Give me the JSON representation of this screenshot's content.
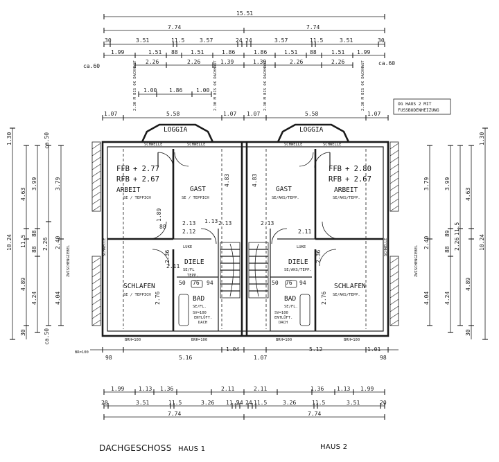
{
  "dimensions": {
    "overall": "15.51",
    "half_left": "7.74",
    "half_right": "7.74",
    "top_row_left": [
      "30",
      "3.51",
      "11.5",
      "3.57",
      "24",
      "24",
      "3.57",
      "11.5",
      "3.51",
      "30"
    ],
    "top_row_2_left": [
      "1.99",
      "1.51",
      "88",
      "1.51",
      "1.86",
      "1.86",
      "1.51",
      "88",
      "1.51",
      "1.99"
    ],
    "top_row_3": [
      "2.26",
      "2.26",
      "1.39",
      "1.39",
      "2.26",
      "2.26"
    ],
    "side_marker": "ca.60",
    "upper_left": [
      "1.00",
      "1.86",
      "1.00"
    ],
    "mid_row": [
      "1.07",
      "5.58",
      "1.07",
      "1.07",
      "5.58",
      "1.07"
    ],
    "left_vert": [
      "1.30",
      "ca.50",
      "4.63",
      "3.99",
      "3.79",
      "88",
      "11.5",
      "88",
      "2.26",
      "2.40",
      "10.24",
      "4.89",
      "4.24",
      "4.04",
      "30",
      "ca.50"
    ],
    "right_vert": [
      "1.30",
      "3.79",
      "3.99",
      "4.63",
      "89",
      "11.5",
      "88",
      "2.26",
      "2.40",
      "10.24",
      "4.04",
      "4.24",
      "4.89",
      "30"
    ],
    "bottom_small": [
      "98",
      "5.16",
      "1.04",
      "1.07",
      "5.12",
      "1.01",
      "98"
    ],
    "bottom_row_1": [
      "1.99",
      "1.13",
      "1.36",
      "2.11",
      "2.11",
      "1.36",
      "1.13",
      "1.99"
    ],
    "bottom_row_2": [
      "20",
      "3.51",
      "11.5",
      "3.26",
      "11.5",
      "24",
      "24",
      "11.5",
      "3.26",
      "11.5",
      "3.51",
      "20"
    ],
    "bottom_half": [
      "7.74",
      "7.74"
    ],
    "rotated_labels": [
      "2.30 M BIS OK DACHHAUT",
      "2.30 M BIS OK DACHHAUT",
      "2.30 M BIS OK DACHHAUT",
      "2.30 M BIS OK DACHHAUT"
    ]
  },
  "note_box": {
    "line1": "OG HAUS 2 MIT",
    "line2": "FUSSBODENHEIZUNG"
  },
  "house1": {
    "loggia": "LOGGIA",
    "schwelle_a": "SCHWELLE",
    "schwelle_b": "SCHWELLE",
    "schwelle_side": "SCHWELLE",
    "ffb_label": "FFB",
    "ffb_value": "+ 2.77",
    "rfb_label": "RFB",
    "rfb_value": "+ 2.67",
    "arbeit": "ARBEIT",
    "arbeit_floor": "SE / TEPPICH",
    "gast": "GAST",
    "gast_floor": "SE / TEPPICH",
    "schlafen": "SCHLAFEN",
    "schlafen_floor": "SE / TEPPICH",
    "diele": "DIELE",
    "diele_floor": "SE/FL",
    "diele_floor2": "TEPP.",
    "bad": "BAD",
    "bad_floor": "SE/FL.",
    "sv": "SV=100",
    "entluft": "ENTLÜFT.",
    "dach": "DACH",
    "luke": "LUKE",
    "zwischengiebel": "ZWISCHENGIEBEL",
    "brh_a": "BRH=100",
    "brh_b": "BRH=100",
    "brh_c": "BR=100",
    "d_213a": "2.13",
    "d_213b": "2.13",
    "d_113": "1.13",
    "d_212": "2.12",
    "d_211": "2.11",
    "d_50": "50",
    "d_76": "76",
    "d_94": "94",
    "d_276": "2.76",
    "d_189": "1.89",
    "d_236": "2.36",
    "d_240": "2.40",
    "d_483": "4.83",
    "d_88": "88"
  },
  "house2": {
    "loggia": "LOGGIA",
    "schwelle_a": "SCHWELLE",
    "schwelle_b": "SCHWELLE",
    "schwelle_side": "SCHWELLE",
    "ffb_label": "FFB",
    "ffb_value": "+ 2.80",
    "rfb_label": "RFB",
    "rfb_value": "+ 2.67",
    "arbeit": "ARBEIT",
    "arbeit_floor": "SE/AKS/TEPP.",
    "gast": "GAST",
    "gast_floor": "SE/AKS/TEPP.",
    "schlafen": "SCHLAFEN",
    "schlafen_floor": "SE/AKS/TEPP.",
    "diele": "DIELE",
    "diele_floor": "SE/AKS/TEPP.",
    "bad": "BAD",
    "bad_floor": "SE/FL.",
    "sv": "SV=100",
    "entluft": "ENTLÜFT.",
    "dach": "DACH",
    "luke": "LUKE",
    "zwischengiebel": "ZWISCHENGIEBEL",
    "brh_a": "BRH=100",
    "brh_b": "BRH=100",
    "d_213a": "2.13",
    "d_211": "2.11",
    "d_50": "50",
    "d_76": "76",
    "d_94": "94",
    "d_276": "2.76",
    "d_483": "4.83",
    "d_236": "2.36"
  },
  "captions": {
    "floor": "DACHGESCHOSS",
    "house1": "HAUS 1",
    "house2": "HAUS 2"
  }
}
